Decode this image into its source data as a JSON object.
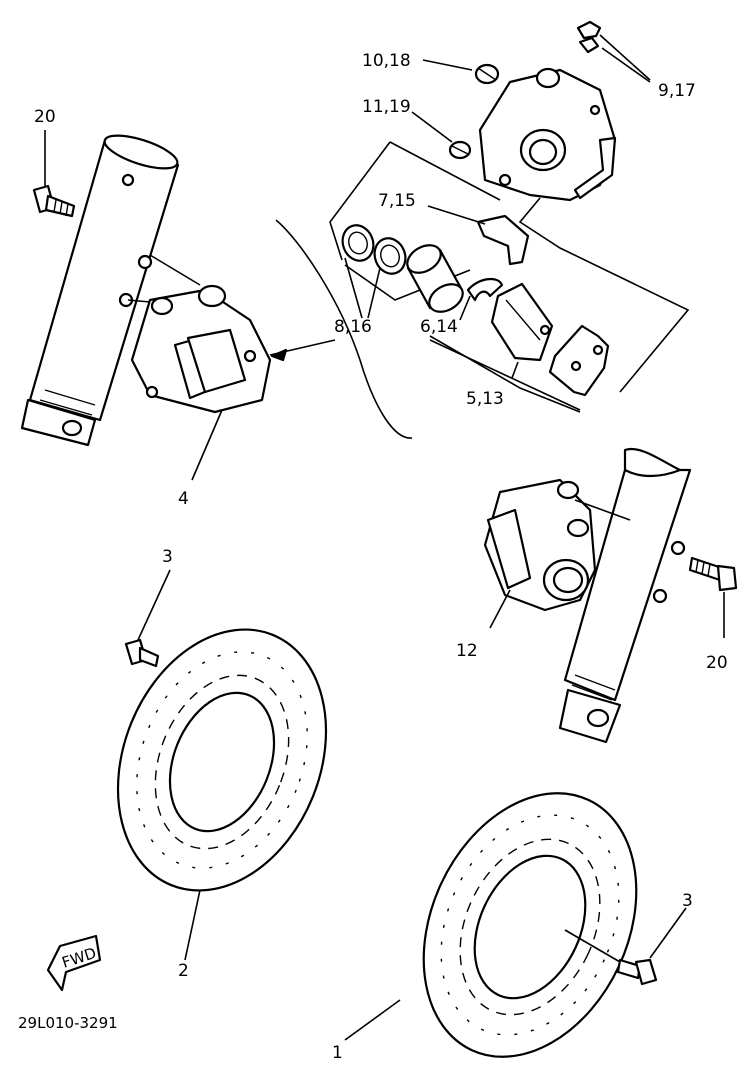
{
  "labels": {
    "p10_18": "10,18",
    "p9_17": "9,17",
    "p11_19": "11,19",
    "p20_top": "20",
    "p7_15": "7,15",
    "p8_16": "8,16",
    "p6_14": "6,14",
    "p5_13": "5,13",
    "p4": "4",
    "p3_left": "3",
    "p12": "12",
    "p20_right": "20",
    "p2": "2",
    "p3_right": "3",
    "p1": "1"
  },
  "fwd_badge": "FWD",
  "drawing_code": "29L010-3291",
  "colors": {
    "ink": "#000000",
    "paper": "#ffffff"
  }
}
